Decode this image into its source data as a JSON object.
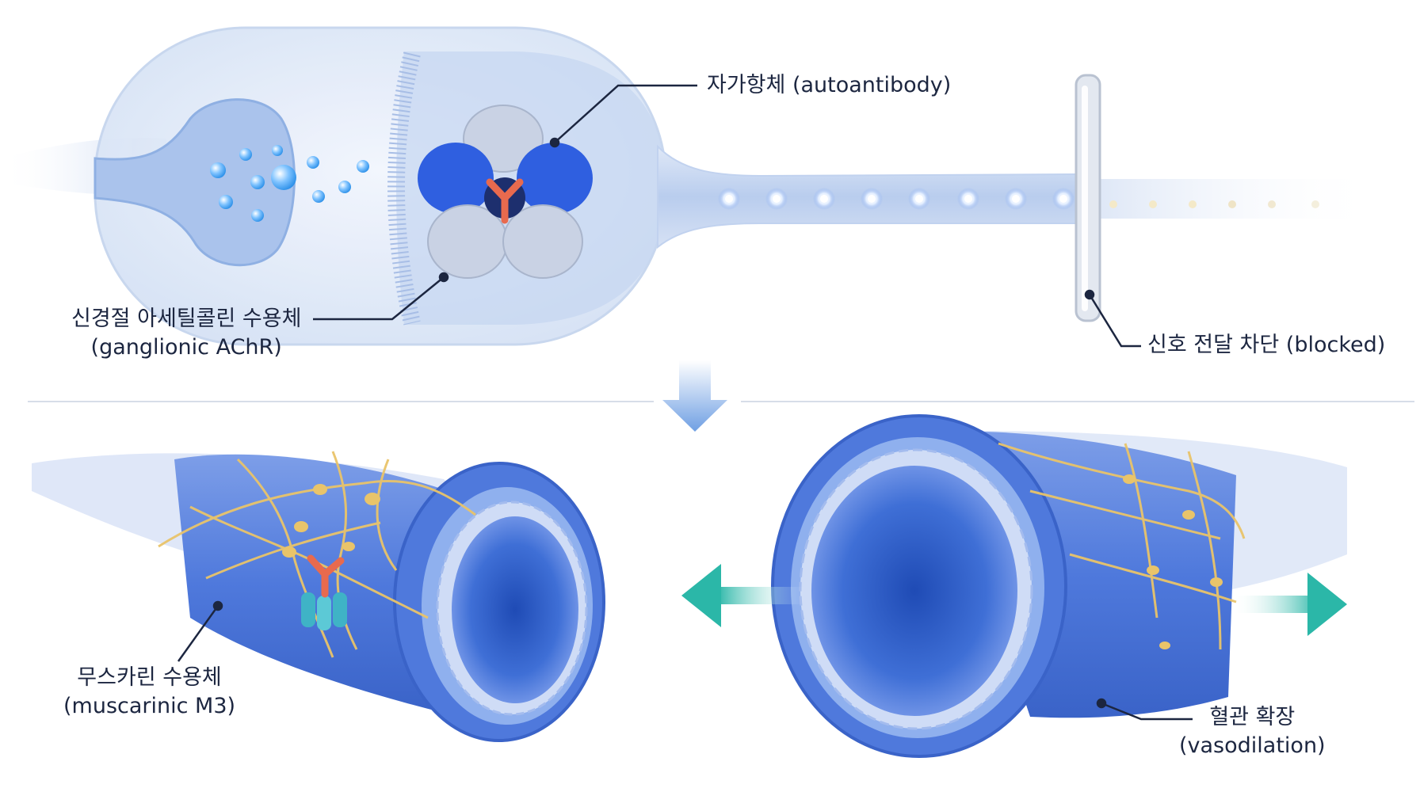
{
  "labels": {
    "autoantibody": {
      "line1": "자가항체 (autoantibody)"
    },
    "ganglionic": {
      "line1": "신경절 아세틸콜린 수용체",
      "line2": "(ganglionic AChR)"
    },
    "blocked": {
      "line1": "신호 전달 차단 (blocked)"
    },
    "muscarinic": {
      "line1": "무스카린 수용체",
      "line2": "(muscarinic M3)"
    },
    "vasodilation": {
      "line1": "혈관 확장",
      "line2": "(vasodilation)"
    }
  },
  "colors": {
    "receptor_blue": "#2f5fe0",
    "receptor_grey": "#c9d2e4",
    "antibody": "#e86a4e",
    "vessel_blue": "#4f79dc",
    "nerve_fiber": "#e9c46a",
    "teal_arrow": "#2bb7a8",
    "signal_dot": "#ffffff",
    "label_text": "#1c2640"
  }
}
